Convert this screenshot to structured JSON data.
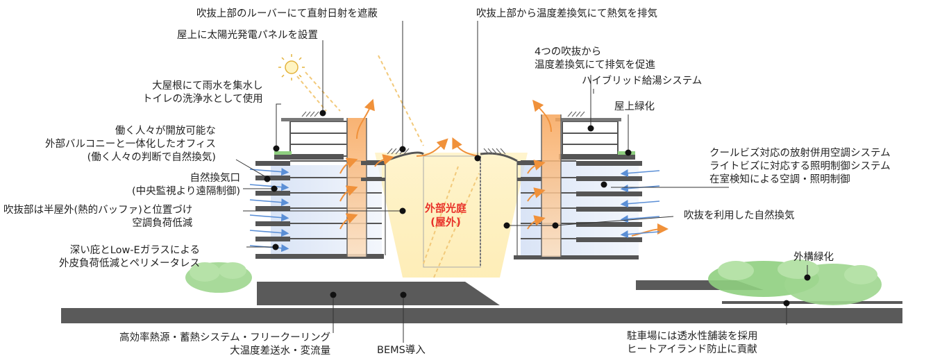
{
  "labels": {
    "louver": "吹抜上部のルーバーにて直射日射を遮蔽",
    "exhaust_top": "吹抜上部から温度差換気にて熱気を排気",
    "solar": "屋上に太陽光発電パネルを設置",
    "four_voids": "4つの吹抜から\n温度差換気にて排気を促進",
    "rain": "大屋根にて雨水を集水し\nトイレの洗浄水として使用",
    "hybrid": "ハイブリッド給湯システム",
    "roof_green": "屋上緑化",
    "balcony": "働く人々が開放可能な\n外部バルコニーと一体化したオフィス\n(働く人々の判断で自然換気)",
    "coolbiz": "クールビズ対応の放射併用空調システム\nライトビズに対応する照明制御システム\n在室検知による空調・照明制御",
    "vent_opening": "自然換気口\n(中央監視より遠隔制御)",
    "buffer": "吹抜部は半屋外(熱的バッファ)と位置づけ\n空調負荷低減",
    "void_vent": "吹抜を利用した自然換気",
    "eaves": "深い庇とLow-Eガラスによる\n外皮負荷低減とペリメータレス",
    "exterior_green": "外構緑化",
    "heat_source": "高効率熱源・蓄熱システム・フリークーリング\n大温度差送水・変流量",
    "bems": "BEMS導入",
    "parking": "駐車場には透水性舗装を採用\nヒートアイランド防止に貢献",
    "courtyard": "外部光庭\n(屋外)"
  },
  "colors": {
    "floor": "#555555",
    "warm_air": "#f0913a",
    "cool_air": "#5b8fd6",
    "void_glow": "#fbe3a8",
    "tree": "#8fcf7f",
    "ground": "#555555",
    "courtyard_text": "#e8322a"
  },
  "icons": {
    "sun": "sun-icon",
    "pv": "solar-panel-icon"
  }
}
